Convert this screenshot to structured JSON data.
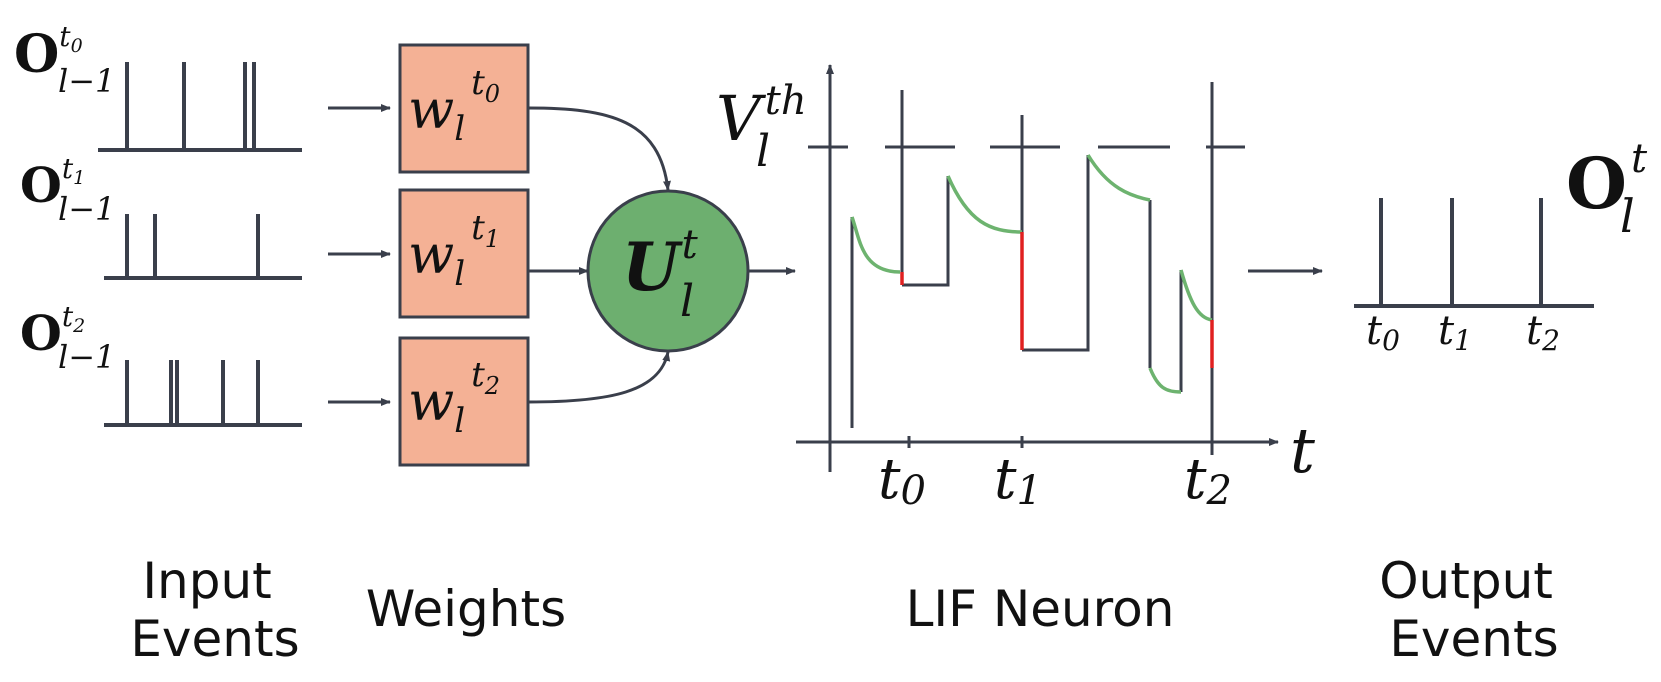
{
  "inputs": [
    {
      "base": "O",
      "sup": "t",
      "sup_sub": "0",
      "sub": "l−1"
    },
    {
      "base": "O",
      "sup": "t",
      "sup_sub": "1",
      "sub": "l−1"
    },
    {
      "base": "O",
      "sup": "t",
      "sup_sub": "2",
      "sub": "l−1"
    }
  ],
  "weights": [
    {
      "base": "w",
      "sub": "l",
      "sup": "t",
      "sup_sub": "0"
    },
    {
      "base": "w",
      "sub": "l",
      "sup": "t",
      "sup_sub": "1"
    },
    {
      "base": "w",
      "sub": "l",
      "sup": "t",
      "sup_sub": "2"
    }
  ],
  "neuron": {
    "base": "U",
    "sup": "t",
    "sub": "l"
  },
  "threshold": {
    "base": "V",
    "sup": "th",
    "sub": "l"
  },
  "axis": {
    "time": "t",
    "ticks": [
      {
        "base": "t",
        "sub": "0"
      },
      {
        "base": "t",
        "sub": "1"
      },
      {
        "base": "t",
        "sub": "2"
      }
    ]
  },
  "output": {
    "base": "O",
    "sup": "t",
    "sub": "l"
  },
  "colors": {
    "weight_box": "#f4b195",
    "neuron": "#6daf6f",
    "membrane": "#6db36f",
    "reset": "#e02020",
    "line": "#3a3f4b"
  },
  "captions": {
    "input": [
      "Input",
      "Events"
    ],
    "weights": "Weights",
    "neuron": "LIF Neuron",
    "output": [
      "Output",
      "Events"
    ]
  }
}
